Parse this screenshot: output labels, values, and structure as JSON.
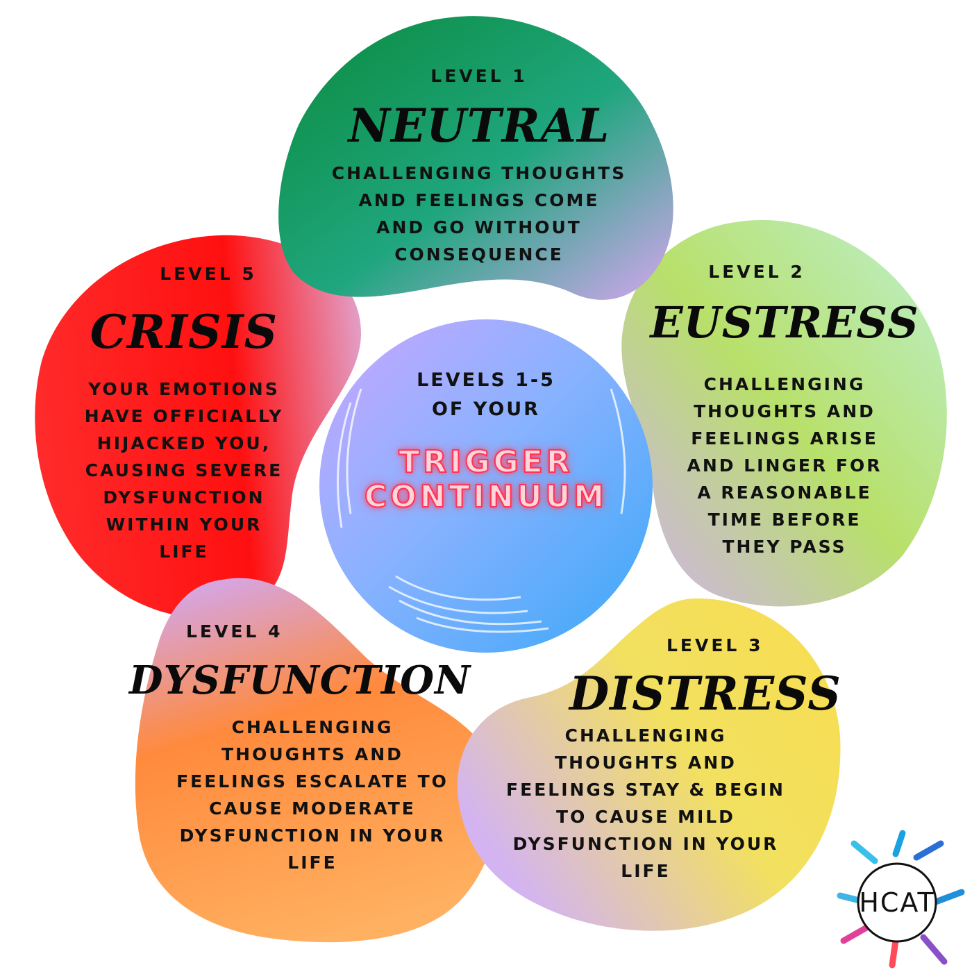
{
  "center": {
    "heading_lines": [
      "LEVELS 1-5",
      "OF YOUR"
    ],
    "title_lines": [
      "TRIGGER",
      "CONTINUUM"
    ]
  },
  "levels": [
    {
      "level_label": "LEVEL 1",
      "title": "NEUTRAL",
      "description_lines": [
        "CHALLENGING THOUGHTS",
        "AND FEELINGS COME",
        "AND GO WITHOUT",
        "CONSEQUENCE"
      ],
      "colors": [
        "#0a8a3c",
        "#1fa67e",
        "#d6a6f0"
      ]
    },
    {
      "level_label": "LEVEL 2",
      "title": "EUSTRESS",
      "description_lines": [
        "CHALLENGING",
        "THOUGHTS AND",
        "FEELINGS ARISE",
        "AND LINGER FOR",
        "A REASONABLE",
        "TIME BEFORE",
        "THEY PASS"
      ],
      "colors": [
        "#bdf0d0",
        "#b8e06a",
        "#d2b0f0"
      ]
    },
    {
      "level_label": "LEVEL 3",
      "title": "DISTRESS",
      "description_lines": [
        "CHALLENGING",
        "THOUGHTS AND",
        "FEELINGS STAY & BEGIN",
        "TO CAUSE MILD",
        "DYSFUNCTION IN YOUR",
        "LIFE"
      ],
      "colors": [
        "#f8dd50",
        "#f2e060",
        "#d4b4f0"
      ]
    },
    {
      "level_label": "LEVEL 4",
      "title": "DYSFUNCTION",
      "description_lines": [
        "CHALLENGING",
        "THOUGHTS AND",
        "FEELINGS ESCALATE TO",
        "CAUSE MODERATE",
        "DYSFUNCTION IN YOUR",
        "LIFE"
      ],
      "colors": [
        "#d4a6e8",
        "#ff8a3d",
        "#ffb060"
      ]
    },
    {
      "level_label": "LEVEL 5",
      "title": "CRISIS",
      "description_lines": [
        "YOUR EMOTIONS",
        "HAVE OFFICIALLY",
        "HIJACKED YOU,",
        "CAUSING SEVERE",
        "DYSFUNCTION",
        "WITHIN YOUR",
        "LIFE"
      ],
      "colors": [
        "#ff2a2a",
        "#ff1010",
        "#e2a0c8"
      ]
    }
  ],
  "logo": {
    "text": "HCAT"
  }
}
